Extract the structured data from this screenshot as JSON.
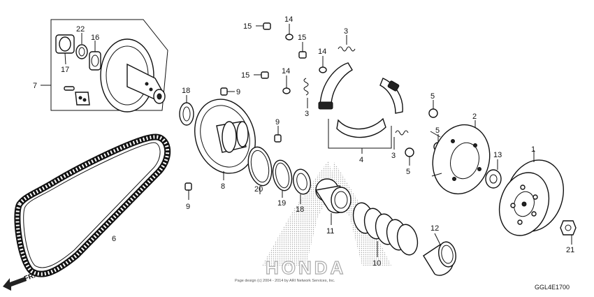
{
  "diagram": {
    "callouts": {
      "c1": "1",
      "c2": "2",
      "c3a": "3",
      "c3b": "3",
      "c3c": "3",
      "c4": "4",
      "c5a": "5",
      "c5b": "5",
      "c5c": "5",
      "c6": "6",
      "c7": "7",
      "c8": "8",
      "c9a": "9",
      "c9b": "9",
      "c9c": "9",
      "c10": "10",
      "c11": "11",
      "c12": "12",
      "c13": "13",
      "c14a": "14",
      "c14b": "14",
      "c14c": "14",
      "c15a": "15",
      "c15b": "15",
      "c15c": "15",
      "c16": "16",
      "c17": "17",
      "c18a": "18",
      "c18b": "18",
      "c19": "19",
      "c20": "20",
      "c21": "21",
      "c22": "22"
    },
    "direction_label": "FR.",
    "copyright": "Page design (c) 2004 - 2014 by ARI Network Services, Inc.",
    "diagram_code": "GGL4E1700",
    "watermark": "HONDA",
    "colors": {
      "ink": "#111111",
      "watermark": "#b8b8b8"
    }
  }
}
